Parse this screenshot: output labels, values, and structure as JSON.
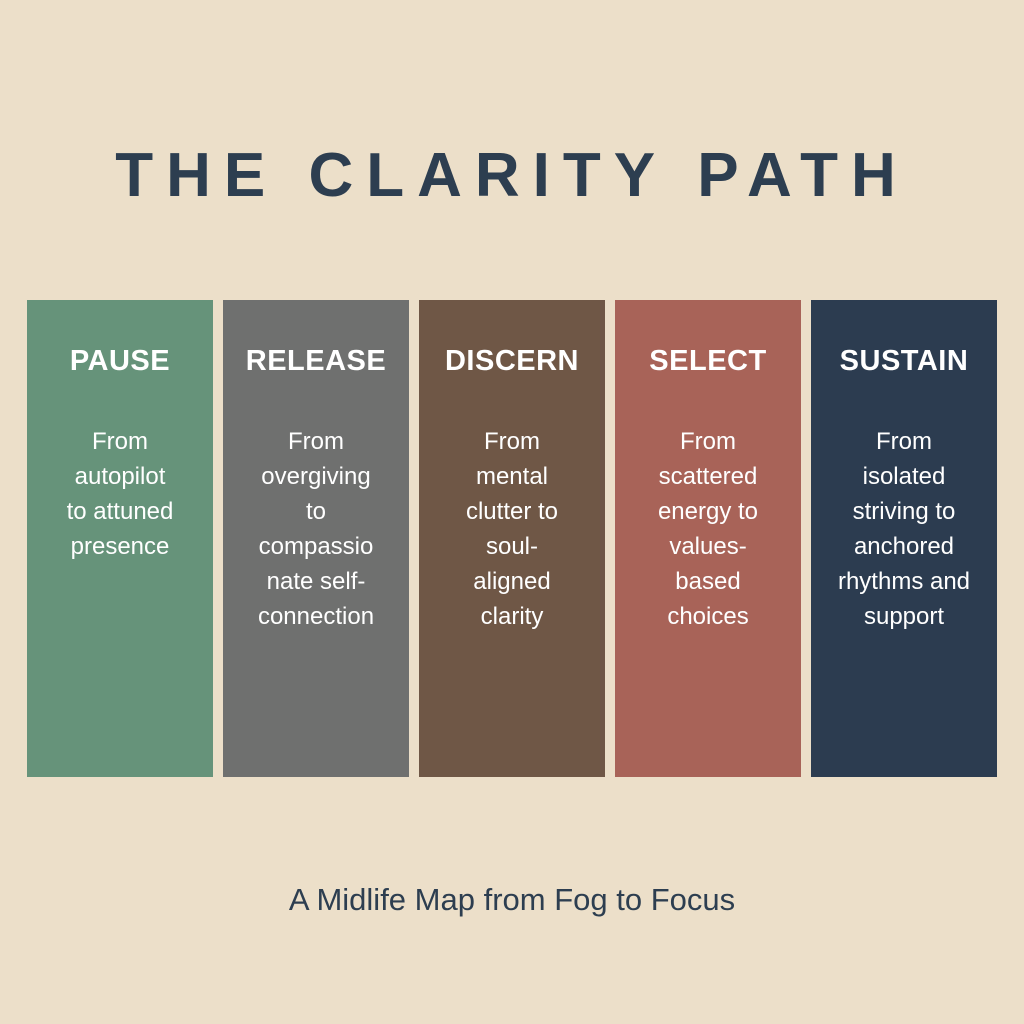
{
  "title": "THE CLARITY PATH",
  "subtitle": "A Midlife Map from Fog to Focus",
  "colors": {
    "background": "#ecdfc9",
    "title": "#2d3e50"
  },
  "steps": [
    {
      "name": "PAUSE",
      "color": "#66937a",
      "lines": [
        "From",
        "autopilot",
        "to attuned",
        "presence"
      ]
    },
    {
      "name": "RELEASE",
      "color": "#6f706f",
      "lines": [
        "From",
        "overgiving",
        "to",
        "compassio",
        "nate self-",
        "connection"
      ]
    },
    {
      "name": "DISCERN",
      "color": "#6f5746",
      "lines": [
        "From",
        "mental",
        "clutter to",
        "soul-",
        "aligned",
        "clarity"
      ]
    },
    {
      "name": "SELECT",
      "color": "#a86358",
      "lines": [
        "From",
        "scattered",
        "energy to",
        "values-",
        "based",
        "choices"
      ]
    },
    {
      "name": "SUSTAIN",
      "color": "#2c3c50",
      "lines": [
        "From",
        "isolated",
        "striving to",
        "anchored",
        "rhythms and",
        "support"
      ]
    }
  ]
}
